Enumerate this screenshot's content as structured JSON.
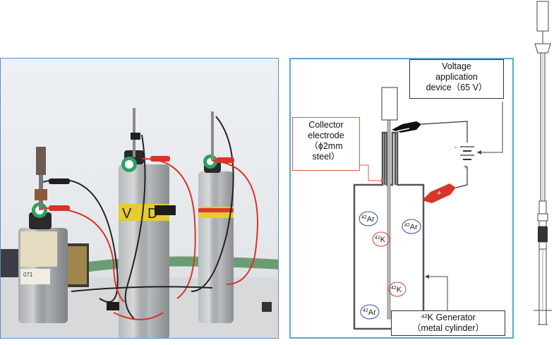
{
  "diagram": {
    "voltage_label": [
      "Voltage",
      "application",
      "device（65 V）"
    ],
    "collector_label": [
      "Collector",
      "electrode",
      "（ϕ2mm",
      "steel）"
    ],
    "generator_label": [
      "⁴²K Generator",
      "（metal cylinder）"
    ],
    "ions": [
      {
        "text": "42Ar",
        "color": "#2d4fa8"
      },
      {
        "text": "42K",
        "color": "#d0452a"
      },
      {
        "text": "42Ar",
        "color": "#2d4fa8"
      },
      {
        "text": "42K",
        "color": "#d0452a"
      },
      {
        "text": "42Ar",
        "color": "#2d4fa8"
      }
    ],
    "battery_minus": "-",
    "battery_plus": "+",
    "clip_plus": "+"
  },
  "photo": {
    "labels": [
      "V",
      "D"
    ]
  },
  "colors": {
    "frame_blue": "#5aa6d6",
    "collector_red": "#e25a45",
    "wire_red": "#d8342a"
  }
}
